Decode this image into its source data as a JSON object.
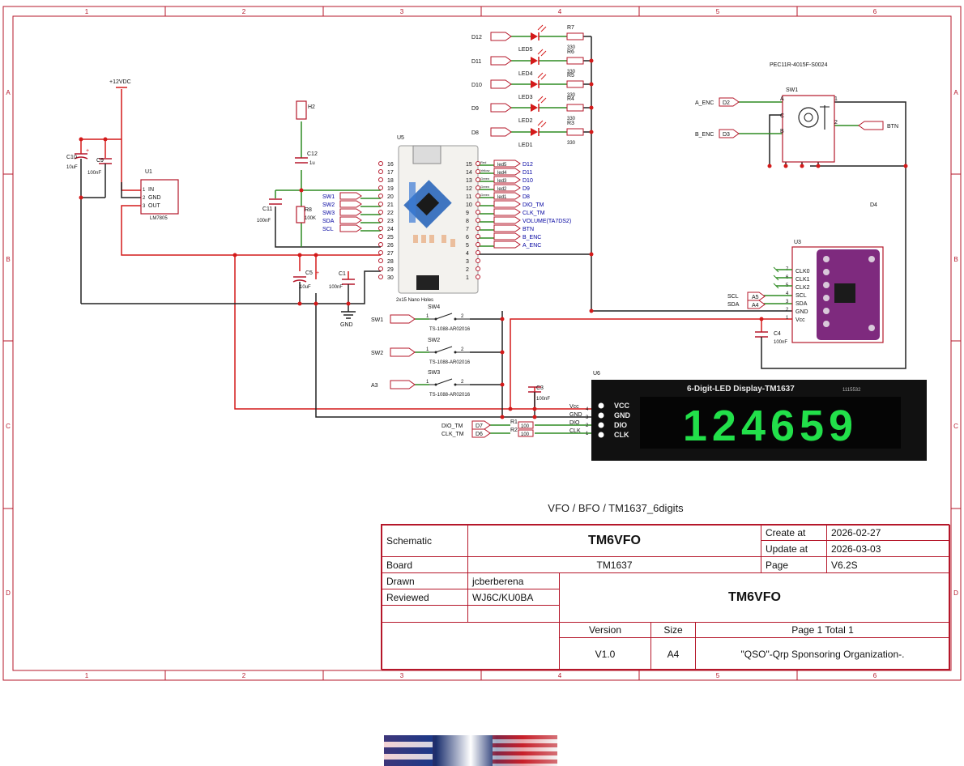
{
  "frame": {
    "col_labels": [
      "1",
      "2",
      "3",
      "4",
      "5",
      "6"
    ],
    "row_labels": [
      "A",
      "B",
      "C",
      "D"
    ]
  },
  "power": {
    "vin_label": "+12VDC",
    "gnd_label": "GND"
  },
  "u1": {
    "ref": "U1",
    "part": "LM7805",
    "pins": [
      {
        "n": "1",
        "name": "IN"
      },
      {
        "n": "2",
        "name": "GND"
      },
      {
        "n": "3",
        "name": "OUT"
      }
    ]
  },
  "caps": {
    "c10": {
      "ref": "C10",
      "val": "10uF"
    },
    "c9": {
      "ref": "C9",
      "val": "100nF"
    },
    "c12": {
      "ref": "C12",
      "val": "1u"
    },
    "c11": {
      "ref": "C11",
      "val": "100nF"
    },
    "c5": {
      "ref": "C5",
      "val": "10uF"
    },
    "c1": {
      "ref": "C1",
      "val": "100nF"
    },
    "c3": {
      "ref": "C3",
      "val": "100nF"
    },
    "c4": {
      "ref": "C4",
      "val": "100nF"
    }
  },
  "h2": {
    "ref": "H2"
  },
  "r8": {
    "ref": "R8",
    "val": "100K"
  },
  "u5": {
    "ref": "U5",
    "caption": "2x15 Nano Holes",
    "left_pins": [
      "16",
      "17",
      "18",
      "19",
      "20",
      "21",
      "22",
      "23",
      "24",
      "25",
      "26",
      "27",
      "28",
      "29",
      "30"
    ],
    "right_pins": [
      "15",
      "14",
      "13",
      "12",
      "11",
      "10",
      "9",
      "8",
      "7",
      "6",
      "5",
      "4",
      "3",
      "2",
      "1"
    ],
    "left_nets": [
      "",
      "",
      "",
      "",
      "SW1",
      "SW2",
      "SW3",
      "SDA",
      "SCL",
      "",
      "",
      "",
      "",
      "",
      ""
    ],
    "right_nets": [
      "D12",
      "D11",
      "D10",
      "D9",
      "D8",
      "DIO_TM",
      "CLK_TM",
      "VOLUME(TA7DS2)",
      "BTN",
      "B_ENC",
      "A_ENC",
      "",
      "",
      "",
      ""
    ],
    "led_tags": [
      "led5",
      "led4",
      "led3",
      "led2",
      "led1"
    ],
    "led_colors": [
      "Red",
      "Yellow",
      "Green",
      "Green",
      "Green"
    ]
  },
  "leds": [
    {
      "net": "D12",
      "led": "LED5",
      "res": "R7",
      "val": "330"
    },
    {
      "net": "D11",
      "led": "LED4",
      "res": "R6",
      "val": "330"
    },
    {
      "net": "D10",
      "led": "LED3",
      "res": "R5",
      "val": "330"
    },
    {
      "net": "D9",
      "led": "LED2",
      "res": "R4",
      "val": "330"
    },
    {
      "net": "D8",
      "led": "LED1",
      "res": "R3",
      "val": "330"
    }
  ],
  "switches": [
    {
      "net": "SW1",
      "ref": "SW4",
      "part": "TS-1088-AR02016"
    },
    {
      "net": "SW2",
      "ref": "SW2",
      "part": "TS-1088-AR02016"
    },
    {
      "net": "A3",
      "ref": "SW3",
      "part": "TS-1088-AR02016"
    }
  ],
  "encoder": {
    "part": "PEC11R-4015F-S0024",
    "ref": "SW1",
    "a_net": "A_ENC",
    "a_port": "D2",
    "b_net": "B_ENC",
    "b_port": "D3",
    "btn_net": "BTN",
    "pins": [
      "A",
      "C",
      "B",
      "1",
      "2"
    ]
  },
  "d4": {
    "ref": "D4"
  },
  "u3": {
    "ref": "U3",
    "pins": [
      {
        "n": "7",
        "name": "CLK0"
      },
      {
        "n": "6",
        "name": "CLK1"
      },
      {
        "n": "5",
        "name": "CLK2"
      },
      {
        "n": "4",
        "name": "SCL"
      },
      {
        "n": "3",
        "name": "SDA"
      },
      {
        "n": "2",
        "name": "GND"
      },
      {
        "n": "1",
        "name": "Vcc"
      }
    ],
    "scl_net": "SCL",
    "scl_port": "A5",
    "sda_net": "SDA",
    "sda_port": "A4"
  },
  "u6": {
    "ref": "U6",
    "title": "6-Digit-LED Display-TM1637",
    "model": "1115532",
    "pins": [
      "VCC",
      "GND",
      "DIO",
      "CLK"
    ],
    "sch_pins": [
      {
        "n": "4",
        "name": "Vcc"
      },
      {
        "n": "3",
        "name": "GND"
      },
      {
        "n": "2",
        "name": "DIO"
      },
      {
        "n": "1",
        "name": "CLK"
      }
    ],
    "digits": "124659",
    "dio_net": "DIO_TM",
    "dio_port": "D7",
    "r1": "R1",
    "r1_val": "100",
    "clk_net": "CLK_TM",
    "clk_port": "D6",
    "r2": "R2",
    "r2_val": "100"
  },
  "title_block": {
    "heading": "VFO / BFO / TM1637_6digits",
    "schematic_label": "Schematic",
    "schematic_value": "TM6VFO",
    "create_label": "Create at",
    "create_value": "2026-02-27",
    "update_label": "Update at",
    "update_value": "2026-03-03",
    "board_label": "Board",
    "board_value": "TM1637",
    "page_label": "Page",
    "page_value": "V6.2S",
    "drawn_label": "Drawn",
    "drawn_value": "jcberberena",
    "reviewed_label": "Reviewed",
    "reviewed_value": "WJ6C/KU0BA",
    "project_name": "TM6VFO",
    "version_label": "Version",
    "version_value": "V1.0",
    "size_label": "Size",
    "size_value": "A4",
    "page_count": "Page  1  Total  1",
    "organization": "\"QSO\"-Qrp Sponsoring Organization-."
  },
  "colors": {
    "wire_green": "#2e8b22",
    "wire_red": "#d41a1a",
    "wire_black": "#222222",
    "frame": "#b5172a",
    "label_blue": "#0000a0",
    "display_green": "#22e04a"
  }
}
